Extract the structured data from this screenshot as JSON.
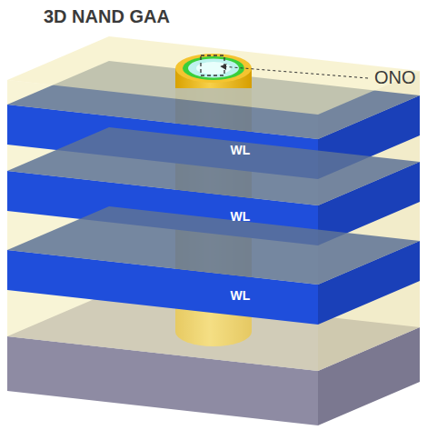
{
  "diagram": {
    "title": "3D NAND GAA",
    "nodes": [
      {
        "text": [
          "WL"
        ]
      },
      {
        "text": [
          "WL"
        ]
      },
      {
        "text": [
          "WL"
        ]
      }
    ],
    "labels": [
      "ONO"
    ]
  }
}
